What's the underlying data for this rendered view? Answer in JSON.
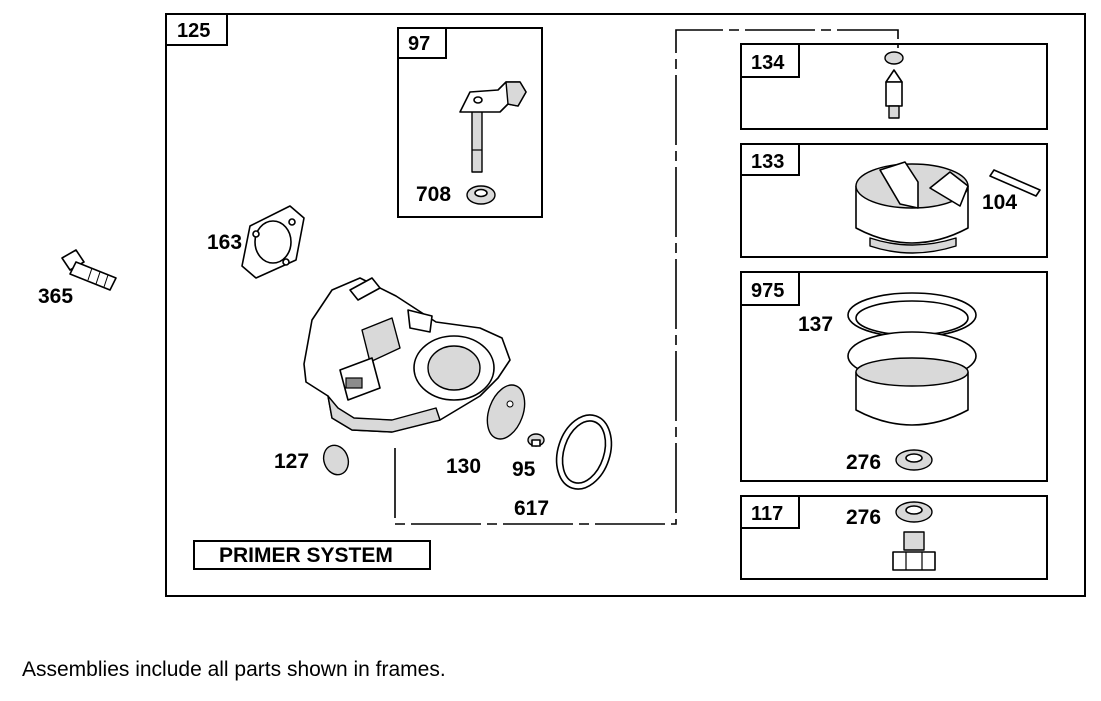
{
  "frames": {
    "main": "125",
    "float_needle": "134",
    "float": "133",
    "bowl": "975",
    "bowl_nut": "117",
    "throttle_shaft": "97"
  },
  "parts": {
    "bolt": "365",
    "gasket": "163",
    "throttle_seal": "708",
    "welch_plug": "127",
    "throttle_plate": "130",
    "screw": "95",
    "o_ring_bowl": "617",
    "float_pin": "104",
    "bowl_o_ring": "137",
    "bowl_washer": "276",
    "nut_washer": "276"
  },
  "primer_label": "PRIMER SYSTEM",
  "footnote": "Assemblies include all parts shown in frames."
}
